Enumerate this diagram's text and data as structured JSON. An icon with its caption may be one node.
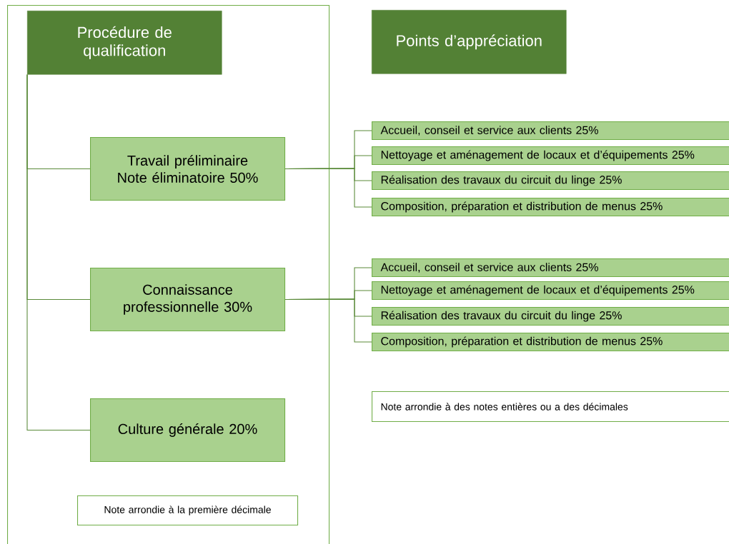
{
  "diagram": {
    "nodes": [
      {
        "text": [],
        "shape": "box"
      },
      {
        "text": [
          "Procédure de qualification"
        ],
        "in": 0
      },
      {
        "text": [
          "Travail préliminaire",
          "Note éliminatoire 50%"
        ],
        "in": 0
      },
      {
        "text": [
          "Connaissance professionnelle 30%"
        ],
        "in": 0
      },
      {
        "text": [
          "Culture générale 20%"
        ],
        "in": 0
      },
      {
        "text": [
          "Note arrondie à la première décimale"
        ],
        "in": 0
      },
      {
        "text": [
          "Points d’appréciation"
        ]
      },
      {
        "text": [
          "Accueil, conseil et service aux clients 25%"
        ]
      },
      {
        "text": [
          "Nettoyage et aménagement de locaux et d’équipements 25%"
        ]
      },
      {
        "text": [
          "Réalisation des travaux du circuit du linge 25%"
        ]
      },
      {
        "text": [
          "Composition, préparation et distribution de menus 25%"
        ]
      },
      {
        "text": [
          "Accueil, conseil et service aux clients 25%"
        ]
      },
      {
        "text": [
          "Nettoyage et aménagement de locaux et d’équipements 25%"
        ]
      },
      {
        "text": [
          "Réalisation des travaux du circuit du linge 25%"
        ]
      },
      {
        "text": [
          "Composition, préparation et distribution de menus 25%"
        ]
      },
      {
        "text": [
          "Note arrondie à des notes entières ou a des décimales"
        ]
      }
    ],
    "edges": [
      {
        "from": 1,
        "to": 2,
        "arrow": "none"
      },
      {
        "from": 1,
        "to": 3,
        "arrow": "none"
      },
      {
        "from": 1,
        "to": 4,
        "arrow": "none"
      },
      {
        "from": 2,
        "to": 7,
        "arrow": "none"
      },
      {
        "from": 2,
        "to": 8,
        "arrow": "none"
      },
      {
        "from": 2,
        "to": 9,
        "arrow": "none"
      },
      {
        "from": 2,
        "to": 10,
        "arrow": "none"
      },
      {
        "from": 3,
        "to": 11,
        "arrow": "none"
      },
      {
        "from": 3,
        "to": 12,
        "arrow": "none"
      },
      {
        "from": 3,
        "to": 13,
        "arrow": "none"
      },
      {
        "from": 3,
        "to": 14,
        "arrow": "none"
      }
    ]
  }
}
